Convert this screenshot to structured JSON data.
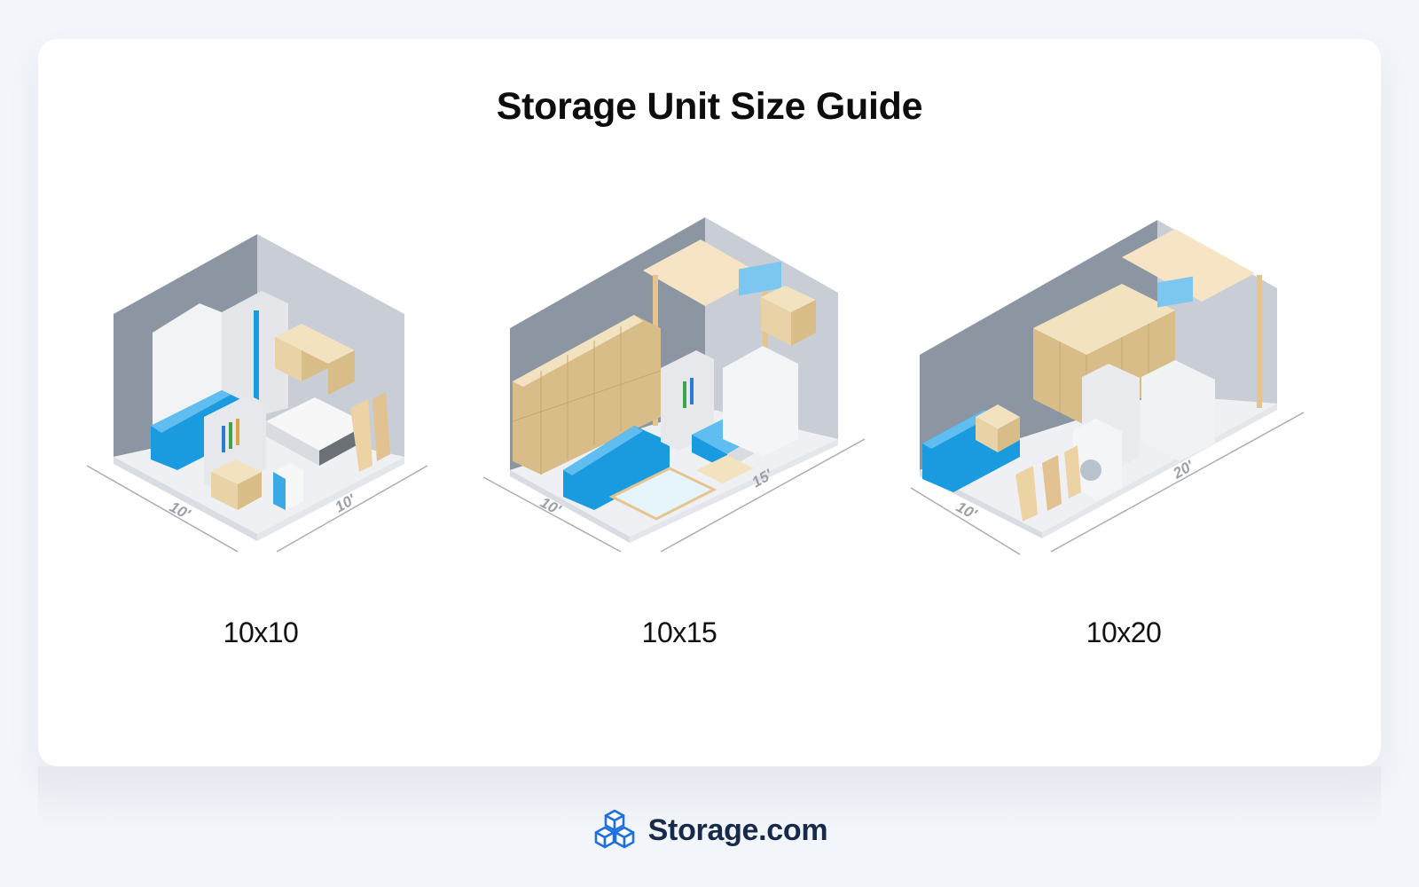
{
  "title": "Storage Unit Size Guide",
  "units": [
    {
      "label": "10x10",
      "width_label": "10'",
      "depth_label": "10'"
    },
    {
      "label": "10x15",
      "width_label": "10'",
      "depth_label": "15'"
    },
    {
      "label": "10x20",
      "width_label": "10'",
      "depth_label": "20'"
    }
  ],
  "brand": {
    "name": "Storage.com",
    "icon": "stacked-cubes-icon"
  },
  "colors": {
    "accent": "#1a9be0",
    "brand_blue": "#1f6fe0",
    "box": "#e8d2a6",
    "wall_dark": "#8c96a3",
    "wall_light": "#c9ced6",
    "floor": "#eef0f3"
  }
}
